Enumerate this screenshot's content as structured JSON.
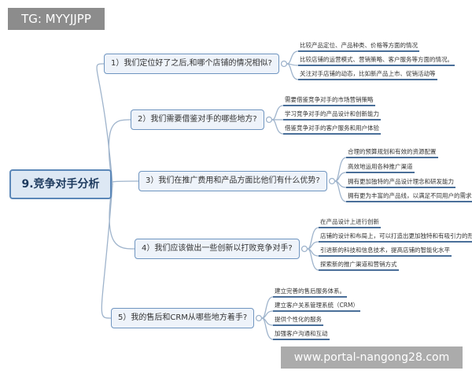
{
  "tag": "TG: MYYJJPP",
  "center": "9.竞争对手分析",
  "branches": [
    {
      "label": "1）我们定位好了之后,和哪个店铺的情况相似?",
      "leaves": [
        "比较产品定位、产品种类、价格等方面的情况",
        "比较店铺的运营模式、营销策略、客户服务等方面的情况。",
        "关注对手店铺的动态，比如新产品上市、促销活动等"
      ]
    },
    {
      "label": "2）我们需要借鉴对手的哪些地方?",
      "leaves": [
        "需要借鉴竞争对手的市场营销策略",
        "学习竞争对手的产品设计和创新能力",
        "借鉴竞争对手的客户服务和用户体验"
      ]
    },
    {
      "label": "3）我们在推广费用和产品方面比他们有什么优势?",
      "leaves": [
        "合理的预算规划和有效的资源配置",
        "高效地运用各种推广渠道",
        "拥有更加独特的产品设计理念和研发能力",
        "拥有更为丰富的产品线，以满足不同用户的需求。"
      ]
    },
    {
      "label": "4）我们应该做出一些创新以打败竞争对手?",
      "leaves": [
        "在产品设计上进行创新",
        "店铺的设计和布局上，可以打造出更加独特和有吸引力的形象",
        "引进新的科技和信息技术，提高店铺的智能化水平",
        "探索新的推广渠道和营销方式"
      ]
    },
    {
      "label": "5）我的售后和CRM从哪些地方着手?",
      "leaves": [
        "建立完善的售后服务体系。",
        "建立客户关系管理系统（CRM）",
        "提供个性化的服务",
        "加强客户沟通和互动"
      ]
    }
  ],
  "watermark": "www.portal-nangong28.com"
}
